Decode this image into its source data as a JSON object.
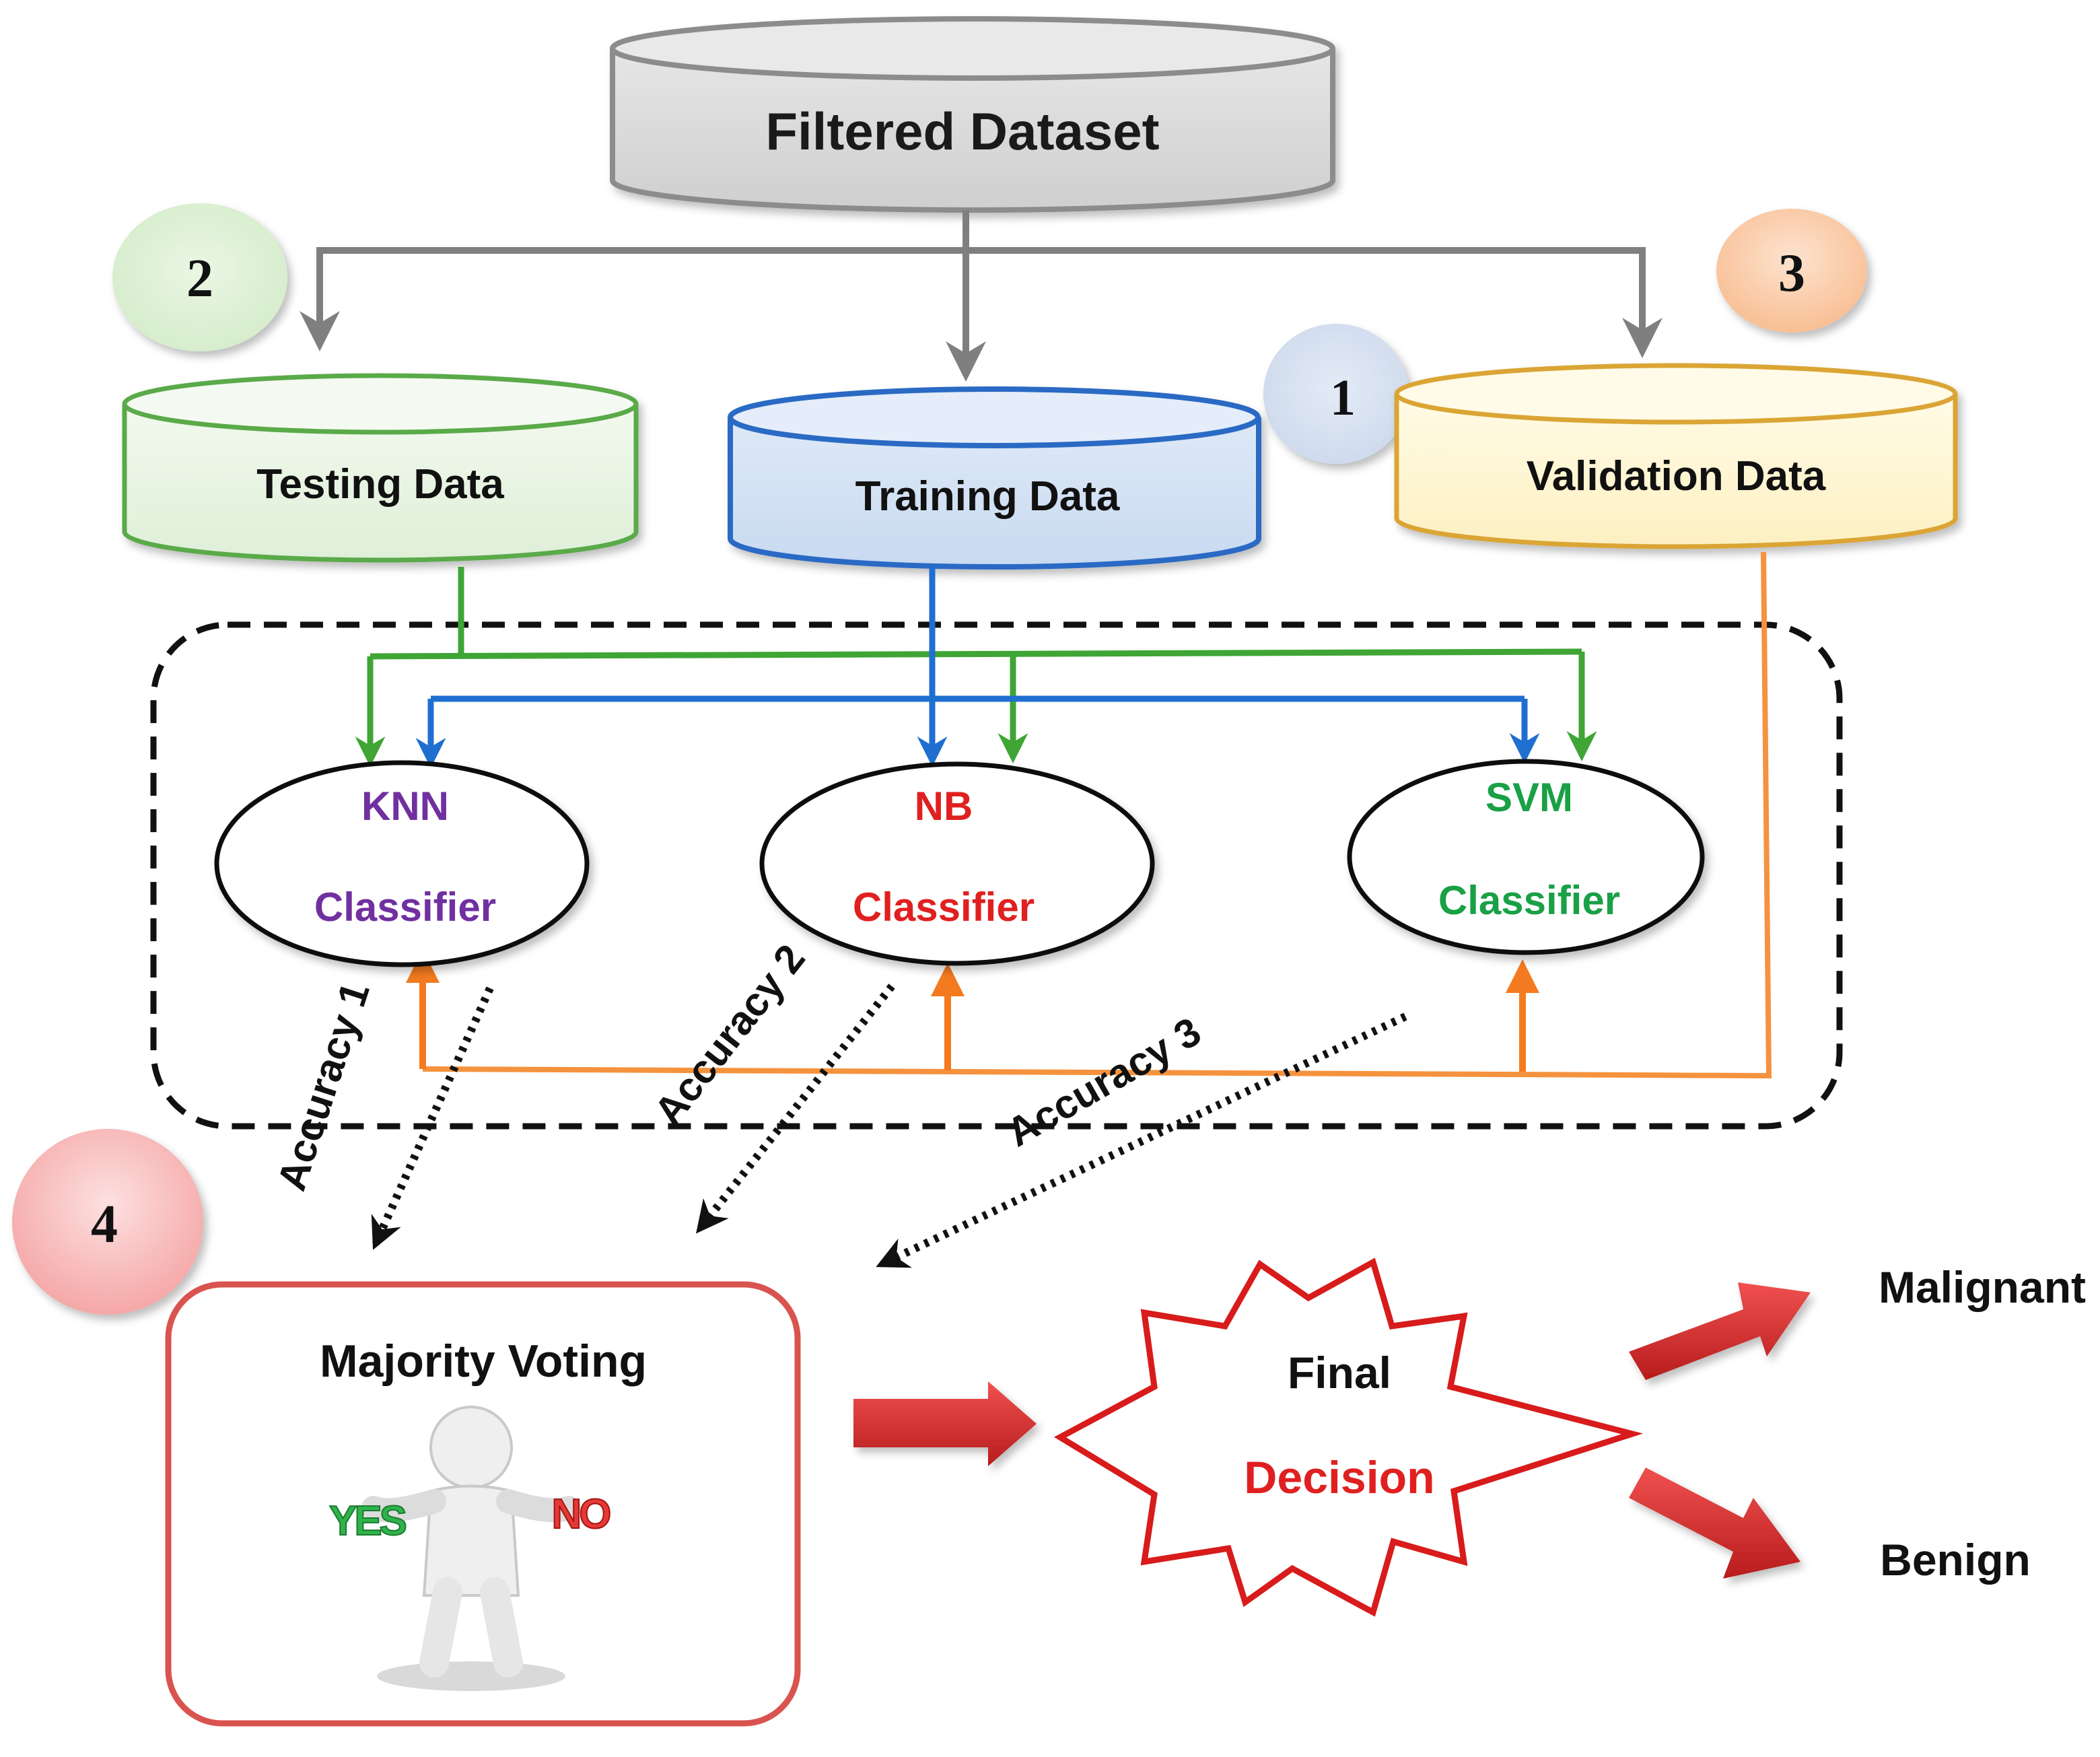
{
  "dataset": {
    "label": "Filtered Dataset"
  },
  "splits": {
    "testing": {
      "label": "Testing Data"
    },
    "training": {
      "label": "Training Data"
    },
    "validation": {
      "label": "Validation Data"
    }
  },
  "step_badges": {
    "one": "1",
    "two": "2",
    "three": "3",
    "four": "4"
  },
  "classifiers": {
    "knn": {
      "name": "KNN",
      "suffix": "Classifier"
    },
    "nb": {
      "name": "NB",
      "suffix": "Classifier"
    },
    "svm": {
      "name": "SVM",
      "suffix": "Classifier"
    }
  },
  "accuracies": {
    "a1": "Accuracy 1",
    "a2": "Accuracy 2",
    "a3": "Accuracy 3"
  },
  "voting": {
    "title": "Majority Voting",
    "yes": "YES",
    "no": "NO"
  },
  "decision": {
    "line1": "Final",
    "line2": "Decision"
  },
  "outcomes": {
    "malignant": "Malignant",
    "benign": "Benign"
  },
  "colors": {
    "gray": "#7f7f7f",
    "green": "#3fa535",
    "blue": "#1f6fd0",
    "orange": "#f5923e",
    "red": "#e02020",
    "purple": "#7030a0",
    "svm_green": "#1aa046"
  }
}
